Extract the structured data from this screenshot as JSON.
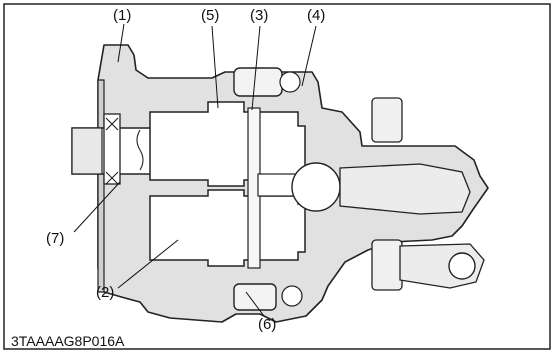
{
  "diagram": {
    "figure_code": "3TAAAAG8P016A",
    "callouts": [
      "(1)",
      "(2)",
      "(3)",
      "(4)",
      "(5)",
      "(6)",
      "(7)"
    ]
  }
}
